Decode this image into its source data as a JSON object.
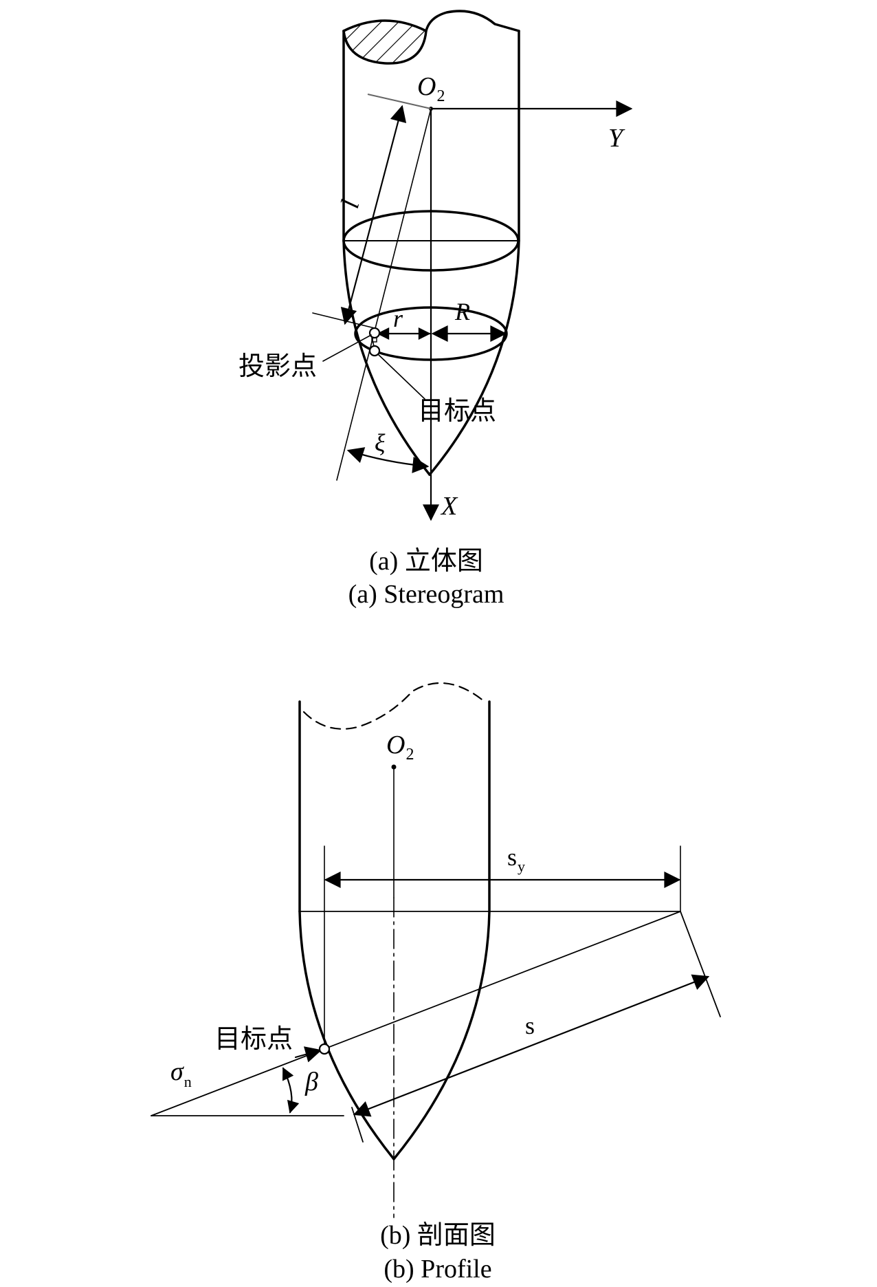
{
  "panel_a": {
    "labels": {
      "origin": "O",
      "origin_sub": "2",
      "axis_y": "Y",
      "axis_x": "X",
      "length": "l",
      "radius_small": "r",
      "radius_large": "R",
      "angle_xi": "ξ",
      "projection_point": "投影点",
      "target_point": "目标点"
    },
    "caption_cn": "(a) 立体图",
    "caption_en": "(a) Stereogram"
  },
  "panel_b": {
    "labels": {
      "origin": "O",
      "origin_sub": "2",
      "sy_main": "s",
      "sy_sub": "y",
      "s": "s",
      "target_point": "目标点",
      "sigma_main": "σ",
      "sigma_sub": "n",
      "beta": "β"
    },
    "caption_cn": "(b) 剖面图",
    "caption_en": "(b) Profile"
  }
}
